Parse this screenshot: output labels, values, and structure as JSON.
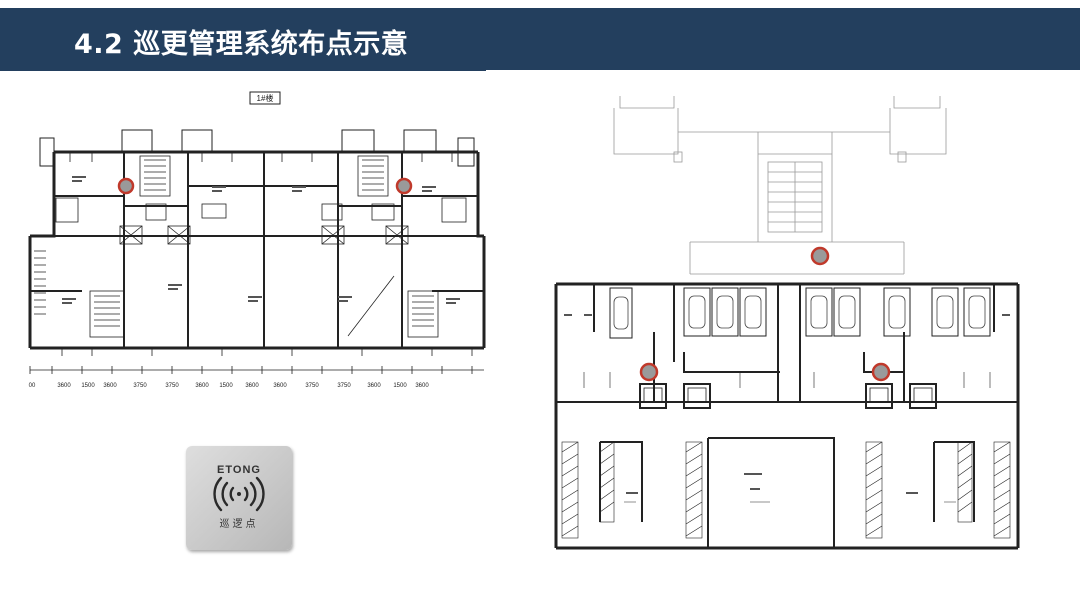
{
  "header": {
    "title": "4.2 巡更管理系统布点示意"
  },
  "left_plan": {
    "building_label": "1#楼",
    "dimensions": [
      "00",
      "3600",
      "1500",
      "3600",
      "3750",
      "3750",
      "3600",
      "1500",
      "3600",
      "3600",
      "3750",
      "3750",
      "3600",
      "1500",
      "3600"
    ]
  },
  "reader": {
    "brand": "ETONG",
    "caption": "巡逻点"
  },
  "colors": {
    "header_bg": "#233f5e",
    "marker": "#c0392b"
  }
}
